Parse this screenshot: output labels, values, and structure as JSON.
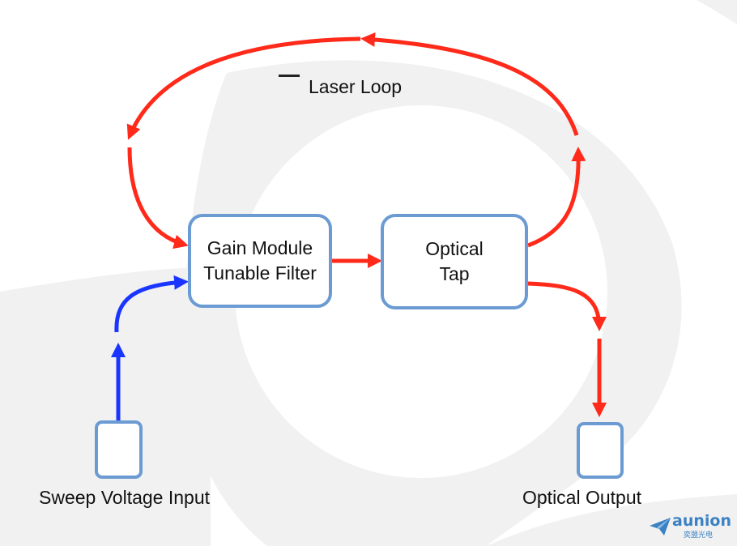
{
  "diagram": {
    "loop_label": "Laser Loop",
    "gain_module": {
      "line1": "Gain Module",
      "line2": "Tunable Filter"
    },
    "optical_tap": {
      "line1": "Optical",
      "line2": "Tap"
    },
    "sweep_label": "Sweep Voltage Input",
    "output_label": "Optical Output"
  },
  "brand": {
    "logo_text": "aunion",
    "logo_sub": "奕盟光电",
    "logo_icon": "paper-plane-icon"
  },
  "colors": {
    "loop_arrow": "#ff2a1a",
    "input_arrow": "#1a35ff",
    "box_border": "#6b9bd2"
  }
}
